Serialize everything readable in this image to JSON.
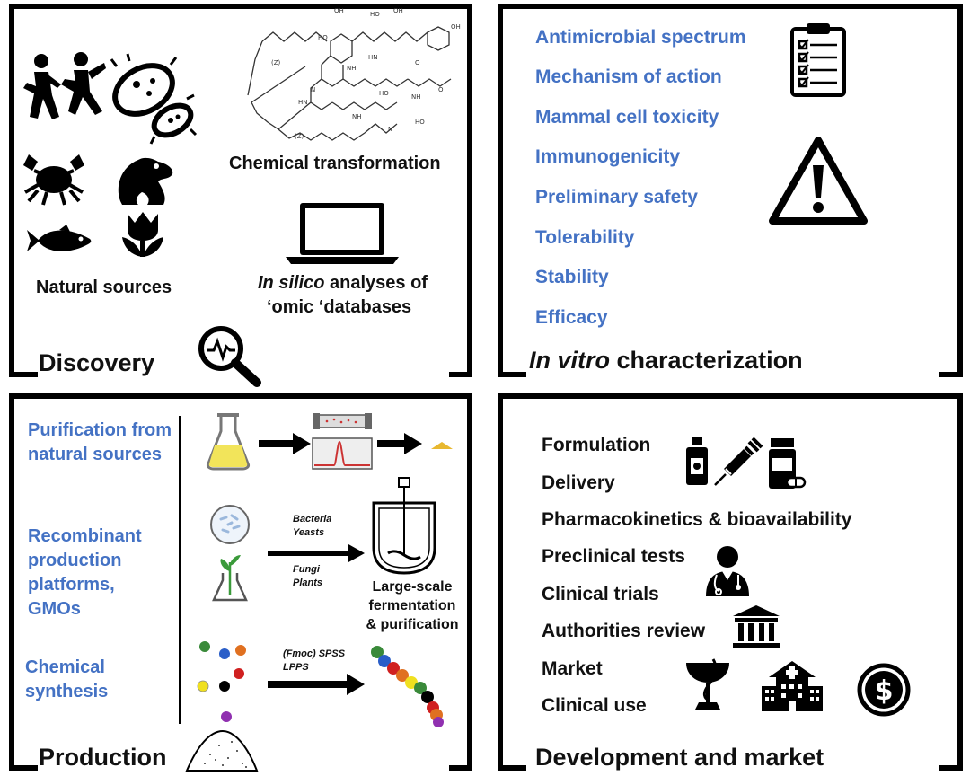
{
  "discovery": {
    "title": "Discovery",
    "natural_sources": "Natural sources",
    "chemical_transformation": "Chemical transformation",
    "in_silico_italic": "In silico",
    "in_silico_rest": " analyses of",
    "omic_db": "‘omic ‘databases"
  },
  "invitro": {
    "title_italic": "In vitro",
    "title_rest": " characterization",
    "items": [
      "Antimicrobial spectrum",
      "Mechanism of action",
      "Mammal cell toxicity",
      "Immunogenicity",
      "Preliminary safety",
      "Tolerability",
      "Stability",
      "Efficacy"
    ]
  },
  "production": {
    "title": "Production",
    "methods": [
      "Purification from natural sources",
      "Recombinant production platforms, GMOs",
      "Chemical synthesis"
    ],
    "bacteria": "Bacteria",
    "yeasts": "Yeasts",
    "fungi": "Fungi",
    "plants": "Plants",
    "large_scale_1": "Large-scale",
    "large_scale_2": "fermentation",
    "large_scale_3": "& purification",
    "spss": "(Fmoc) SPSS",
    "lpps": "LPPS"
  },
  "development": {
    "title": "Development and market",
    "items": [
      "Formulation",
      "Delivery",
      "Pharmacokinetics & bioavailability",
      "Preclinical tests",
      "Clinical trials",
      "Authorities review",
      "Market",
      "Clinical use"
    ]
  },
  "colors": {
    "blue": "#4472C4",
    "black": "#000000",
    "flask_liquid": "#F2E45A"
  }
}
